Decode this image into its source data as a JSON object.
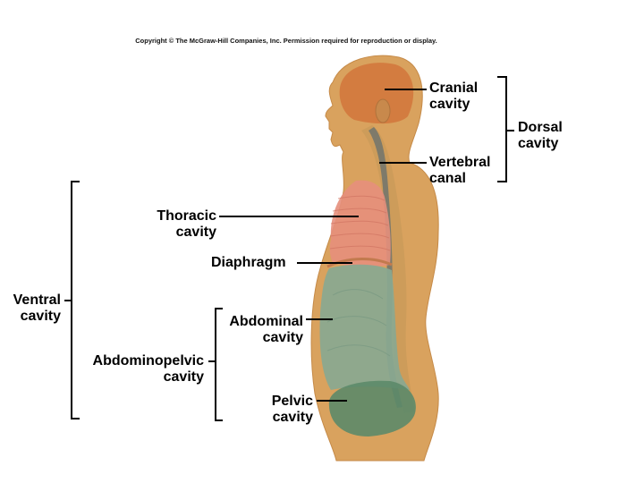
{
  "copyright": "Copyright © The McGraw-Hill Companies, Inc. Permission required for reproduction or display.",
  "labels": {
    "cranial": "Cranial cavity",
    "vertebral": "Vertebral canal",
    "dorsal": "Dorsal cavity",
    "thoracic": "Thoracic cavity",
    "diaphragm": "Diaphragm",
    "ventral": "Ventral cavity",
    "abdominal": "Abdominal cavity",
    "abdominopelvic": "Abdominopelvic cavity",
    "pelvic": "Pelvic cavity"
  },
  "colors": {
    "skin": "#d9a25e",
    "cranial": "#d2783e",
    "thoracic": "#e58f7c",
    "abdominal": "#89a891",
    "pelvic": "#5c8a69",
    "spine": "#7e7a6a"
  }
}
